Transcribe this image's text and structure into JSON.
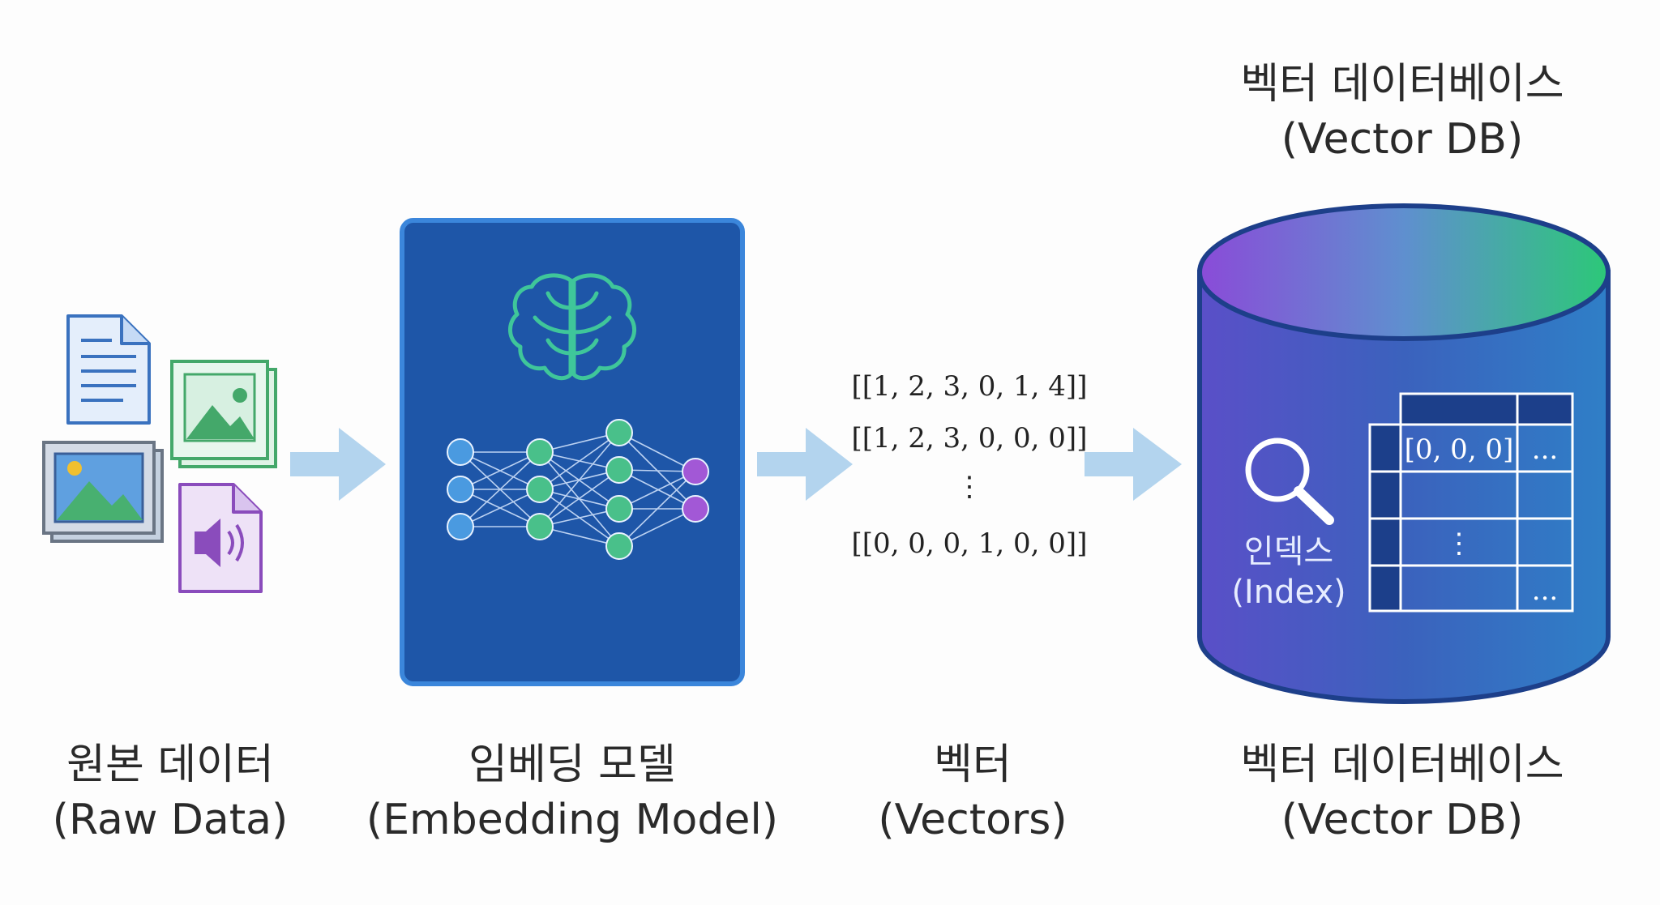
{
  "stages": {
    "raw": {
      "title": "원본 데이터",
      "subtitle": "(Raw Data)"
    },
    "model": {
      "title": "임베딩 모델",
      "subtitle": "(Embedding Model)"
    },
    "vectors": {
      "title": "벡터",
      "subtitle": "(Vectors)"
    },
    "db": {
      "title": "벡터 데이터베이스",
      "subtitle": "(Vector DB)"
    }
  },
  "db_header": {
    "title": "벡터 데이터베이스",
    "subtitle": "(Vector DB)"
  },
  "vector_rows": [
    "[[1, 2, 3, 0, 1, 4]]",
    "[[1, 2, 3, 0, 0, 0]]",
    "⋮",
    "[[0, 0, 0, 1, 0, 0]]"
  ],
  "index": {
    "label": "인덱스",
    "sublabel": "(Index)"
  },
  "table": {
    "cell_vector": "[0, 0, 0]",
    "ellipsis": "...",
    "vdots": "⋮"
  },
  "icons": [
    "document-icon",
    "image-icon",
    "image-icon",
    "audio-file-icon",
    "brain-icon",
    "neural-network-icon",
    "search-icon"
  ],
  "colors": {
    "model_box": "#1e56a8",
    "cylinder_top_left": "#8a4bd8",
    "cylinder_top_right": "#2cc878",
    "arrow": "#b3d4ee",
    "network_blue": "#4a9ae0",
    "network_green": "#49c08a",
    "network_purple": "#a258d6"
  }
}
